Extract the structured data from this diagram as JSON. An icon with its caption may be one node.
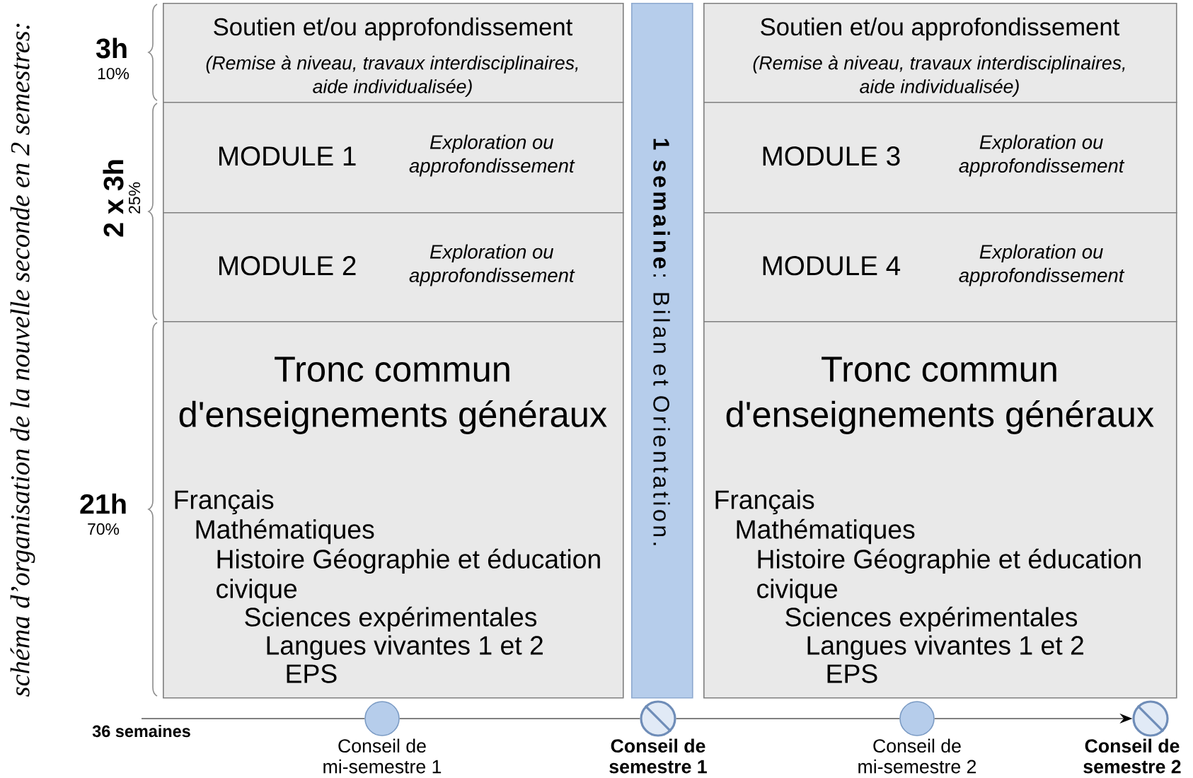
{
  "diagram": {
    "title": "schéma d’organisation de la nouvelle seconde en 2 semestres:",
    "nodes": [
      {
        "text": [
          "Soutien et/ou approfondissement",
          "(Remise à niveau, travaux interdisciplinaires, aide individualisée)"
        ]
      },
      {
        "text": [
          "MODULE 1",
          "Exploration ou approfondissement"
        ]
      },
      {
        "text": [
          "MODULE 2",
          "Exploration ou approfondissement"
        ]
      },
      {
        "text": [
          "Tronc commun d'enseignements généraux",
          "Français",
          "Mathématiques",
          "Histoire Géographie et éducation civique",
          "Sciences expérimentales",
          "Langues vivantes 1 et 2",
          "EPS"
        ]
      },
      {
        "text": [
          "**1 semaine**: Bilan et Orientation."
        ]
      },
      {
        "text": [
          "Soutien et/ou approfondissement",
          "(Remise à niveau, travaux interdisciplinaires, aide individualisée)"
        ]
      },
      {
        "text": [
          "MODULE 3",
          "Exploration ou approfondissement"
        ]
      },
      {
        "text": [
          "MODULE 4",
          "Exploration ou approfondissement"
        ]
      },
      {
        "text": [
          "Tronc commun d'enseignements généraux",
          "Français",
          "Mathématiques",
          "Histoire Géographie et éducation civique",
          "Sciences expérimentales",
          "Langues vivantes 1 et 2",
          "EPS"
        ]
      },
      {
        "text": [
          "36 semaines"
        ]
      },
      {
        "text": [],
        "shape": "circle",
        "beside": [
          "Conseil de mi-semestre 1"
        ]
      },
      {
        "text": [],
        "shape": "crossed-circle",
        "beside": [
          "Conseil de semestre 1"
        ]
      },
      {
        "text": [],
        "shape": "circle",
        "beside": [
          "Conseil de mi-semestre 2"
        ]
      },
      {
        "text": [],
        "shape": "crossed-circle",
        "beside": [
          "Conseil de semestre 2"
        ]
      }
    ],
    "edges": [
      {
        "from": 9,
        "to": 10,
        "arrow": "none"
      },
      {
        "from": 10,
        "to": 11,
        "arrow": "none"
      },
      {
        "from": 11,
        "to": 12,
        "arrow": "none"
      },
      {
        "from": 12,
        "to": 13,
        "arrow": "to"
      }
    ],
    "labels": [
      "3h",
      "10%",
      "2 x 3h",
      "25%",
      "21h",
      "70%"
    ]
  }
}
